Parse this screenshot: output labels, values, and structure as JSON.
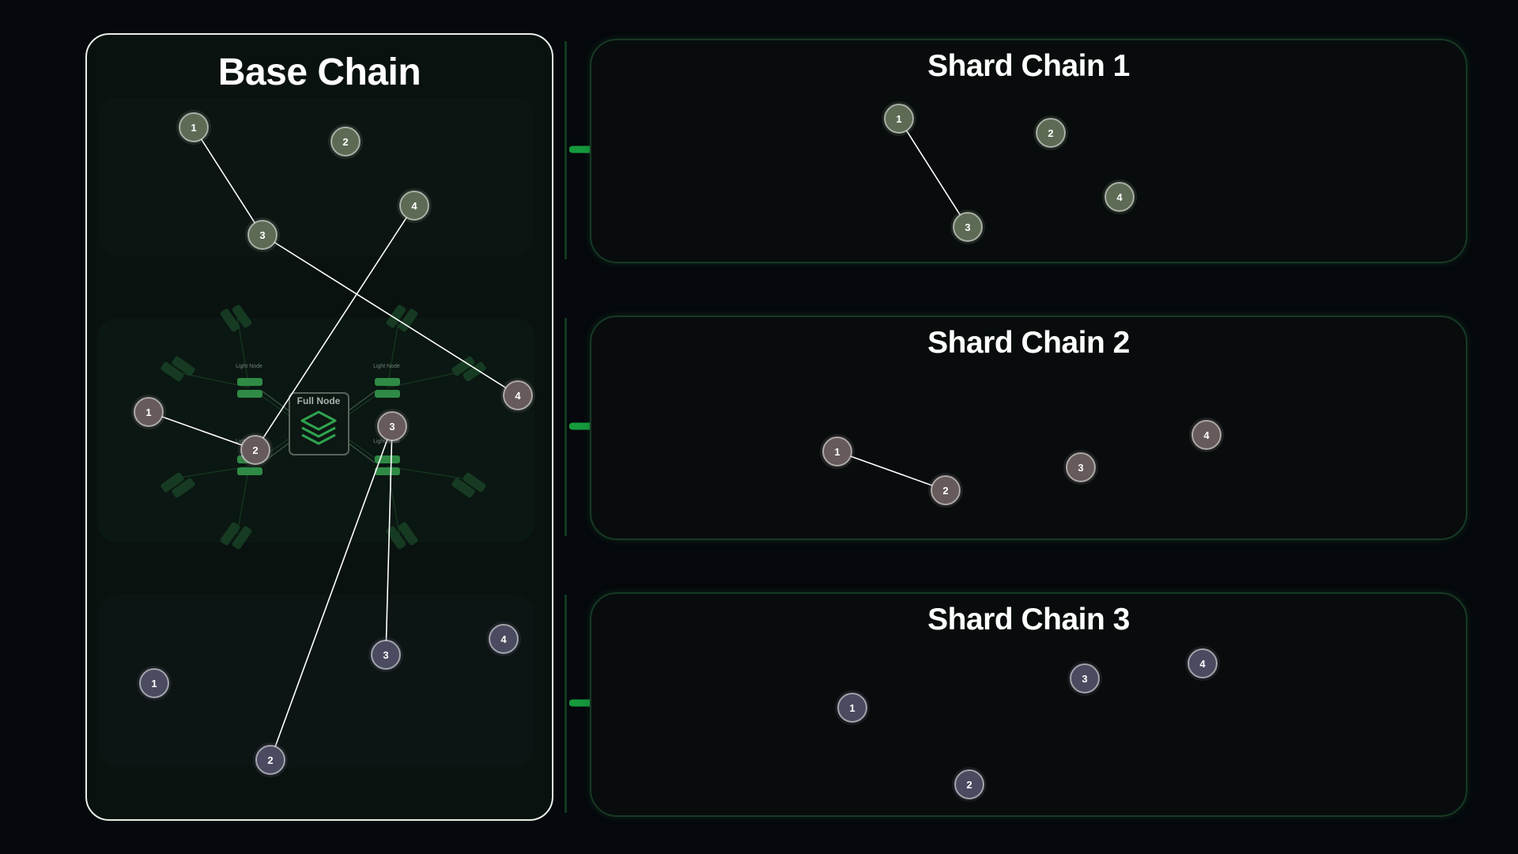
{
  "base_chain": {
    "title": "Base Chain"
  },
  "network": {
    "full_node_label": "Full Node",
    "light_node_label": "Light Node"
  },
  "shards": [
    {
      "title": "Shard Chain 1"
    },
    {
      "title": "Shard Chain 2"
    },
    {
      "title": "Shard Chain 3"
    }
  ],
  "node_groups": [
    {
      "group": "shard-1",
      "color": "#5d6b55"
    },
    {
      "group": "shard-2",
      "color": "#665a5a"
    },
    {
      "group": "shard-3",
      "color": "#4a4a60"
    }
  ],
  "connections": {
    "base": [
      [
        "g1-1",
        "g1-3"
      ],
      [
        "g1-3",
        "g2-4"
      ],
      [
        "g1-4",
        "g2-2"
      ],
      [
        "g2-1",
        "g2-2"
      ],
      [
        "g2-3",
        "g3-2"
      ],
      [
        "g2-3",
        "g3-3"
      ]
    ],
    "shard_1": [
      [
        "1",
        "3"
      ]
    ],
    "shard_2": [
      [
        "1",
        "2"
      ]
    ],
    "shard_3": []
  },
  "arrow_icon": "arrow-right-icon"
}
